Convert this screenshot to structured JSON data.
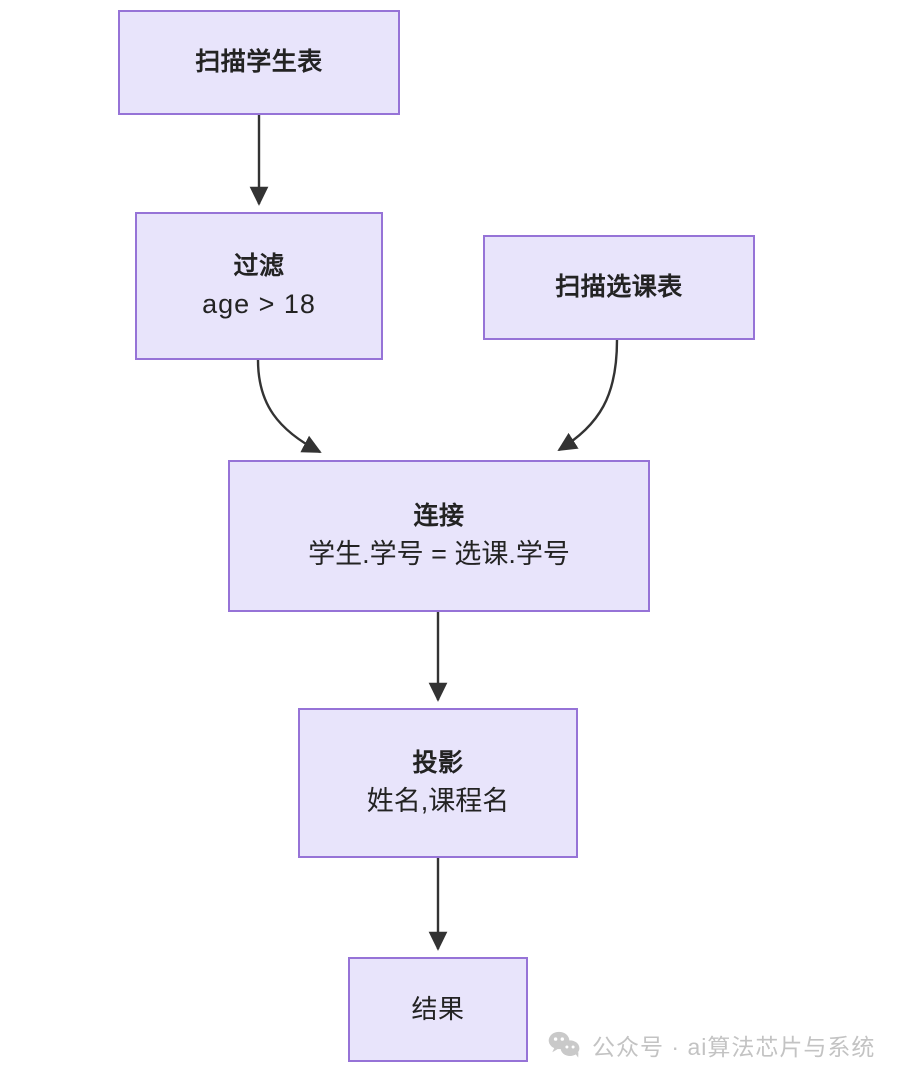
{
  "diagram": {
    "type": "flowchart",
    "direction": "top-to-bottom",
    "background_color": "#ffffff",
    "node_fill_color": "#e8e4fb",
    "node_border_color": "#9673d7",
    "edge_color": "#333333",
    "text_color": "#232323",
    "nodes": [
      {
        "id": "scan-student",
        "title": "扫描学生表",
        "detail": "",
        "title_bold": true
      },
      {
        "id": "filter",
        "title": "过滤",
        "detail": "age > 18",
        "title_bold": true
      },
      {
        "id": "scan-course",
        "title": "扫描选课表",
        "detail": "",
        "title_bold": true
      },
      {
        "id": "join",
        "title": "连接",
        "detail": "学生.学号 = 选课.学号",
        "title_bold": true
      },
      {
        "id": "project",
        "title": "投影",
        "detail": "姓名,课程名",
        "title_bold": true
      },
      {
        "id": "result",
        "title": "结果",
        "detail": "",
        "title_bold": false
      }
    ],
    "edges": [
      {
        "id": "e1",
        "from": "scan-student",
        "to": "filter",
        "style": "straight"
      },
      {
        "id": "e2",
        "from": "filter",
        "to": "join",
        "style": "curved"
      },
      {
        "id": "e3",
        "from": "scan-course",
        "to": "join",
        "style": "curved"
      },
      {
        "id": "e4",
        "from": "join",
        "to": "project",
        "style": "straight"
      },
      {
        "id": "e5",
        "from": "project",
        "to": "result",
        "style": "straight"
      }
    ]
  },
  "watermark": {
    "icon": "wechat-icon",
    "text": "公众号 · ai算法芯片与系统",
    "color": "#c3c3c3"
  }
}
